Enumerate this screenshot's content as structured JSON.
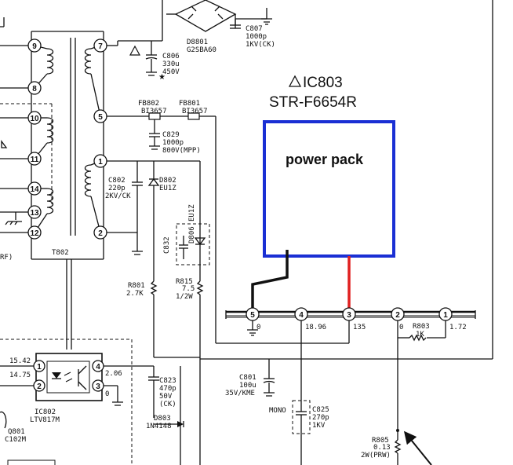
{
  "ic803": {
    "ref": "IC803",
    "part": "STR-F6654R",
    "box_label": "power pack",
    "box_color": "#1a2fd4",
    "pins": [
      {
        "num": "5",
        "voltage": "0"
      },
      {
        "num": "4",
        "voltage": "18.96"
      },
      {
        "num": "3",
        "voltage": "135"
      },
      {
        "num": "2",
        "voltage": "0"
      },
      {
        "num": "1",
        "voltage": "1.72"
      }
    ]
  },
  "transformer": {
    "ref": "T802",
    "left_pins": [
      "9",
      "8",
      "10",
      "11",
      "14",
      "13",
      "12"
    ],
    "right_pins": [
      "7",
      "5",
      "1",
      "2"
    ]
  },
  "components": {
    "d8801": {
      "ref": "D8801",
      "part": "G2SBA60"
    },
    "c807": {
      "ref": "C807",
      "v1": "1000p",
      "v2": "1KV(CK)"
    },
    "c806": {
      "ref": "C806",
      "v1": "330u",
      "v2": "450V"
    },
    "fb802": {
      "ref": "FB802",
      "part": "BI3657"
    },
    "fb801": {
      "ref": "FB801",
      "part": "BI3657"
    },
    "c829": {
      "ref": "C829",
      "v1": "1000p",
      "v2": "800V(MPP)"
    },
    "c802": {
      "ref": "C802",
      "v1": "220p",
      "v2": "2KV/CK"
    },
    "d802": {
      "ref": "D802",
      "part": "EU1Z"
    },
    "d806": {
      "ref": "D806",
      "part": "EU1Z"
    },
    "c832": {
      "ref": "C832"
    },
    "r801": {
      "ref": "R801",
      "value": "2.7K"
    },
    "r815": {
      "ref": "R815",
      "v1": "7.5",
      "v2": "1/2W"
    },
    "r803": {
      "ref": "R803",
      "value": "1K"
    },
    "c801": {
      "ref": "C801",
      "v1": "100u",
      "v2": "35V/KME"
    },
    "c825": {
      "ref": "C825",
      "v1": "270p",
      "v2": "1KV",
      "note": "MONO"
    },
    "r805": {
      "ref": "R805",
      "v1": "0.13",
      "v2": "2W(PRW)"
    },
    "ic802": {
      "ref": "IC802",
      "part": "LTV817M",
      "v1": "15.42",
      "v2": "14.75",
      "v3": "2.06",
      "v4": "0",
      "pins": [
        "1",
        "2",
        "3",
        "4"
      ]
    },
    "c823": {
      "ref": "C823",
      "v1": "470p",
      "v2": "50V",
      "v3": "(CK)"
    },
    "d803": {
      "ref": "D803",
      "part": "1N4148"
    },
    "q801": {
      "ref": "Q801",
      "part": "C102M"
    },
    "rf": {
      "text": "RF)"
    }
  },
  "wire_colors": {
    "pin5": "#111111",
    "pin3": "#e02020"
  }
}
